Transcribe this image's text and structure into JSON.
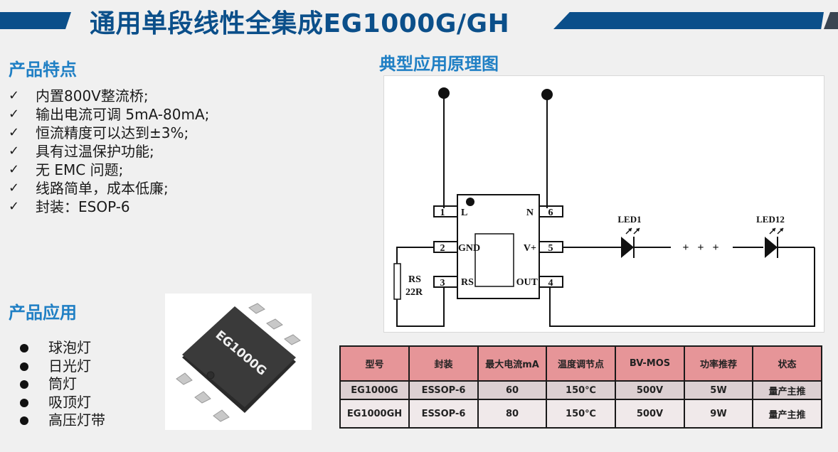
{
  "header": {
    "title": "通用单段线性全集成EG1000G/GH",
    "accent_color": "#0b4f8a"
  },
  "features": {
    "title": "产品特点",
    "check_glyph": "✓",
    "items": [
      "内置800V整流桥;",
      "输出电流可调 5mA-80mA;",
      "恒流精度可以达到±3%;",
      "具有过温保护功能;",
      "无 EMC 问题;",
      "线路简单，成本低廉;",
      "封装：ESOP-6"
    ]
  },
  "applications": {
    "title": "产品应用",
    "items": [
      "球泡灯",
      "日光灯",
      "筒灯",
      "吸顶灯",
      "高压灯带"
    ]
  },
  "chip_photo": {
    "marking": "EG1000G"
  },
  "diagram": {
    "title": "典型应用原理图",
    "pins": [
      {
        "num": "1",
        "name": "L"
      },
      {
        "num": "2",
        "name": "GND"
      },
      {
        "num": "3",
        "name": "RS"
      },
      {
        "num": "4",
        "name": "OUT"
      },
      {
        "num": "5",
        "name": "V+"
      },
      {
        "num": "6",
        "name": "N"
      }
    ],
    "resistor": {
      "name": "RS",
      "value": "22R"
    },
    "led_first": "LED1",
    "led_last": "LED12",
    "ellipsis": "+ + +"
  },
  "table": {
    "headers": [
      "型号",
      "封装",
      "最大电流mA",
      "温度调节点",
      "BV-MOS",
      "功率推荐",
      "状态"
    ],
    "rows": [
      [
        "EG1000G",
        "ESSOP-6",
        "60",
        "150℃",
        "500V",
        "5W",
        "量产主推"
      ],
      [
        "EG1000GH",
        "ESSOP-6",
        "80",
        "150℃",
        "500V",
        "9W",
        "量产主推"
      ]
    ],
    "header_color": "#e69598"
  }
}
